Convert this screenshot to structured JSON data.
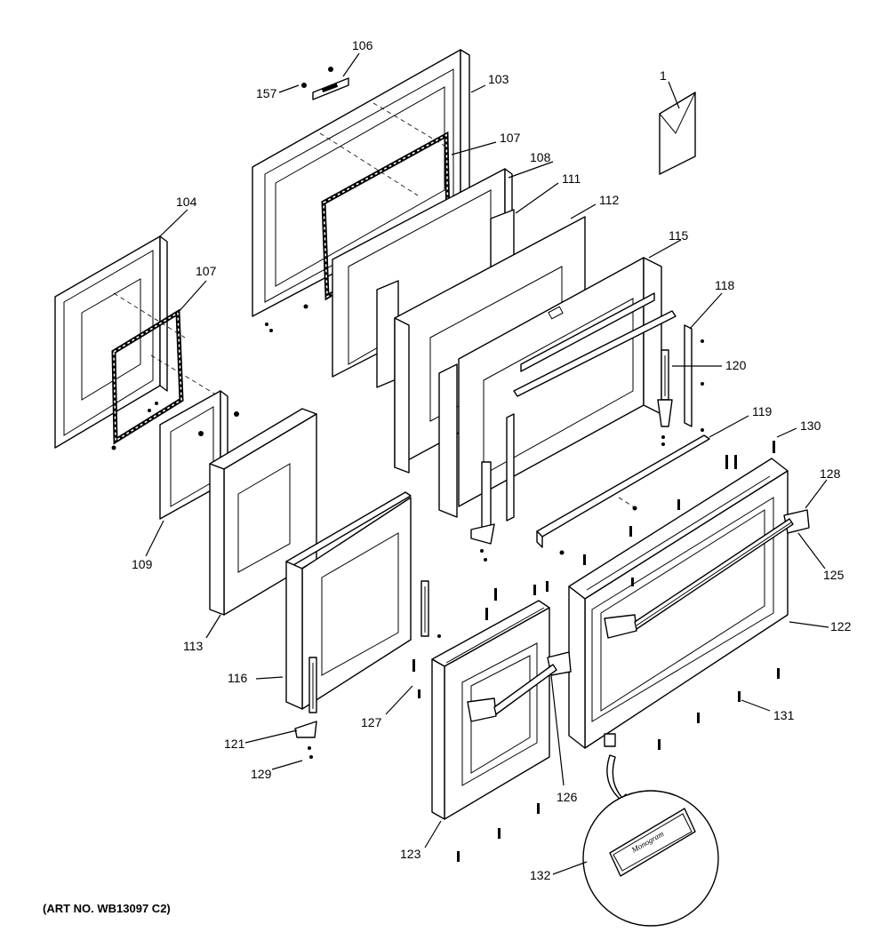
{
  "figure": {
    "art_number": "(ART NO. WB13097 C2)",
    "badge_text": "Monogram"
  },
  "callouts": [
    "1",
    "103",
    "104",
    "106",
    "107",
    "107",
    "108",
    "109",
    "111",
    "112",
    "113",
    "115",
    "116",
    "118",
    "119",
    "120",
    "121",
    "122",
    "123",
    "125",
    "126",
    "127",
    "128",
    "129",
    "130",
    "131",
    "132",
    "157"
  ],
  "colors": {
    "line": "#000000",
    "fill": "#ffffff"
  }
}
